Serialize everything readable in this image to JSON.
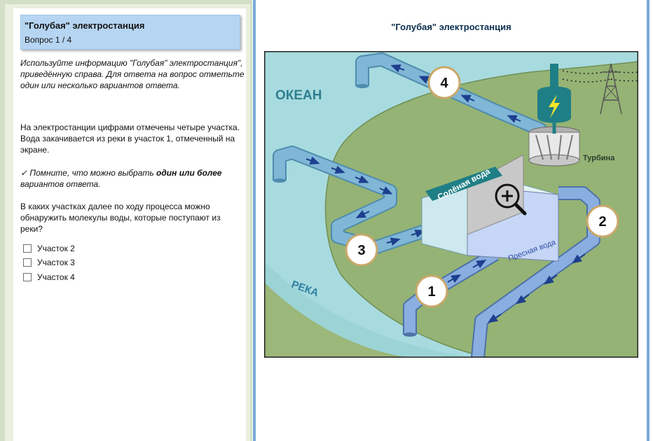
{
  "question_panel": {
    "title": "\"Голубая\" электростанция",
    "progress": "Вопрос 1 / 4",
    "instructions": "Используйте информацию \"Голубая\" электростанция\", приведённую справа. Для ответа на вопрос отметьте один или несколько вариантов ответа.",
    "context": "На электростанции цифрами отмечены четыре участка. Вода закачивается из реки в участок 1, отмеченный на экране.",
    "reminder": {
      "mark": "✓",
      "before": "Помните, что можно выбрать",
      "bold": "один или более",
      "after": "вариантов ответа."
    },
    "question": "В каких участках далее по ходу процесса можно обнаружить молекулы воды, которые поступают из реки?",
    "options": [
      {
        "label": "Участок 2",
        "checked": false
      },
      {
        "label": "Участок 3",
        "checked": false
      },
      {
        "label": "Участок 4",
        "checked": false
      }
    ]
  },
  "info_panel": {
    "title": "\"Голубая\" электростанция",
    "diagram": {
      "ocean_label": "ОКЕАН",
      "river_label": "РЕКА",
      "turbine_label": "Турбина",
      "salt_water_label": "Солёная вода",
      "fresh_water_label": "Пресная вода",
      "section_labels": [
        "1",
        "2",
        "3",
        "4"
      ],
      "colors": {
        "ocean": "#a8dbdf",
        "land": "#95b374",
        "pipe": "#80b6d6",
        "fresh_pipe": "#8aaee0",
        "salt_tank": "#cde8ee",
        "fresh_tank": "#c6d6f6",
        "membrane": "#c8c8c8",
        "turbine": "#1f7f86",
        "spark": "#f6e52a"
      }
    }
  }
}
